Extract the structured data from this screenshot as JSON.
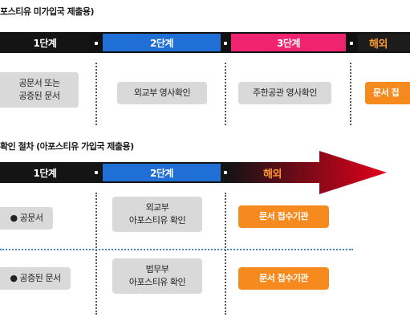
{
  "section1": {
    "title": "포스티유 미가입국 제출용)",
    "steps": [
      "1단계",
      "2단계",
      "3단계",
      "해외"
    ],
    "boxes": [
      "공문서 또는\n공증된 문서",
      "외교부 영사확인",
      "주한공관 영사확인",
      "문서 접"
    ]
  },
  "section2": {
    "title": "확인 절차 (아포스티유 가입국 제출용)",
    "steps": [
      "1단계",
      "2단계",
      "해외"
    ],
    "row1": [
      "● 공문서",
      "외교부\n아포스티유 확인",
      "문서 접수기관"
    ],
    "row2": [
      "● 공증된 문서",
      "법무부\n아포스티유 확인",
      "문서 접수기관"
    ]
  },
  "colors": {
    "black": "#141414",
    "blue": "#1f6fd6",
    "pink": "#f0246e",
    "orange": "#f78a1e",
    "gray": "#d9d9d9",
    "arrow_red": "#e3001b"
  }
}
